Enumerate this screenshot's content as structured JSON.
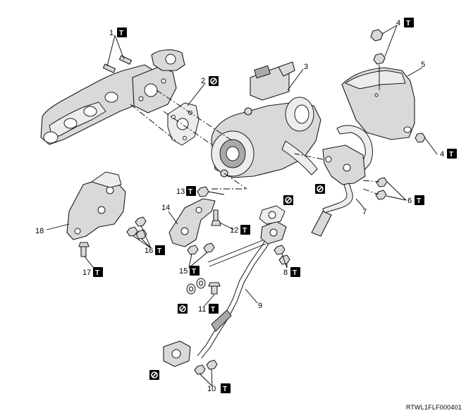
{
  "callouts": {
    "c1": "1",
    "c2": "2",
    "c3": "3",
    "c4a": "4",
    "c4b": "4",
    "c5": "5",
    "c6": "6",
    "c7": "7",
    "c8": "8",
    "c9": "9",
    "c10": "10",
    "c11": "11",
    "c12": "12",
    "c13": "13",
    "c14": "14",
    "c15": "15",
    "c16": "16",
    "c17": "17",
    "c18": "18"
  },
  "torque_icon_glyph": "T",
  "document_code": "RTWL1FLF000401",
  "icons": {
    "torque": "torque-specification-icon",
    "non_reusable": "non-reusable-part-icon"
  },
  "colors": {
    "icon_fill": "#000000",
    "part_fill": "#d9d9d9"
  }
}
